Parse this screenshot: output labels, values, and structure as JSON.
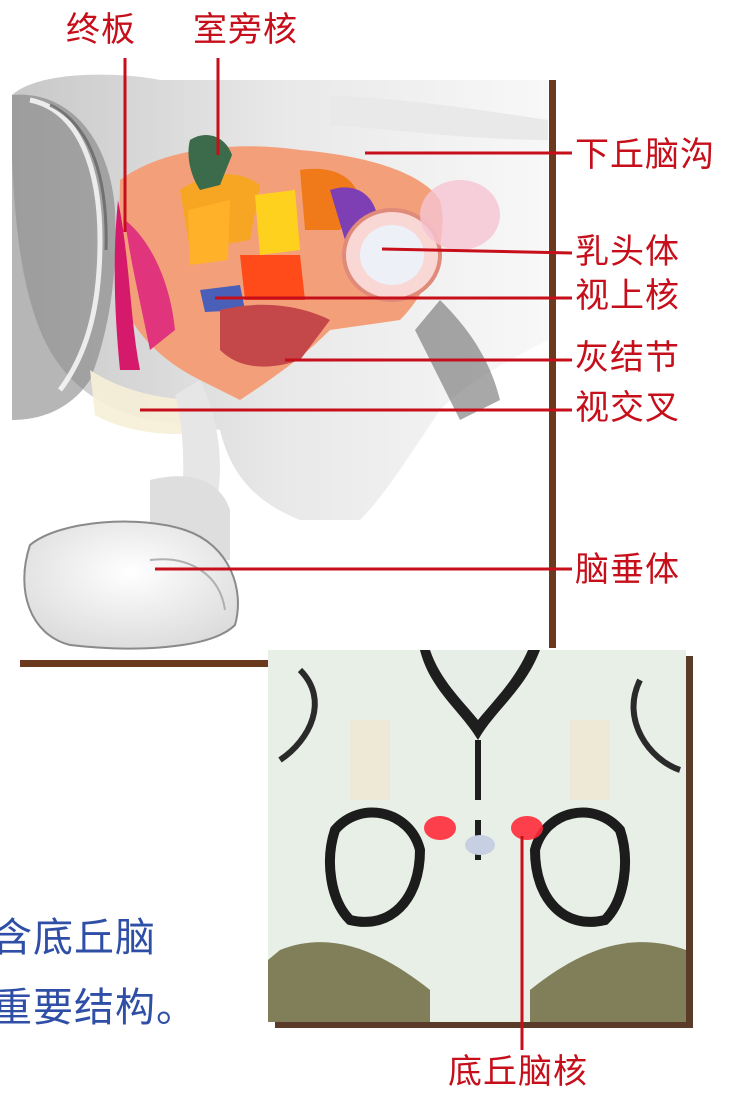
{
  "labels": {
    "lamina_terminalis": "终板",
    "paraventricular_nucleus": "室旁核",
    "hypothalamic_sulcus": "下丘脑沟",
    "mammillary_body": "乳头体",
    "supraoptic_nucleus": "视上核",
    "tuber_cinereum": "灰结节",
    "optic_chiasm": "视交叉",
    "hypophysis": "脑垂体",
    "subthalamic_nucleus": "底丘脑核"
  },
  "caption": {
    "line1": "含底丘脑",
    "line2": "重要结构。"
  },
  "colors": {
    "label_red": "#c60f1a",
    "frame_brown": "#6b3a1e",
    "caption_blue": "#2f4ea6"
  }
}
